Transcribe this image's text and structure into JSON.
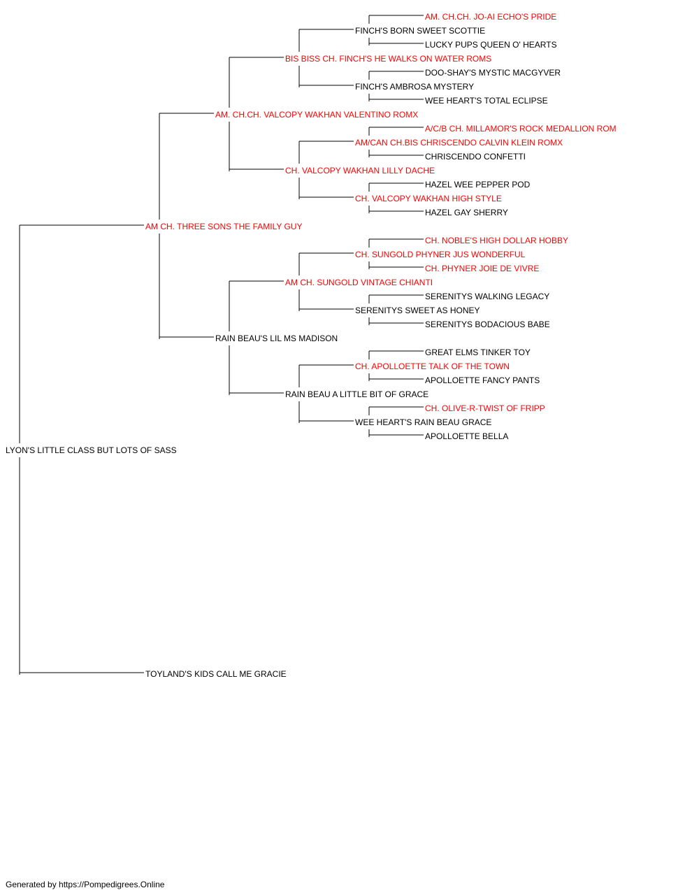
{
  "colors": {
    "champion": "#ff0000",
    "normal": "#000000"
  },
  "pedigree": {
    "subject": "LYON'S LITTLE CLASS BUT LOTS OF SASS",
    "sire": {
      "name": "AM CH. THREE SONS THE FAMILY GUY",
      "champion": true,
      "sire": {
        "name": "AM. CH.CH. VALCOPY WAKHAN VALENTINO ROMX",
        "champion": true,
        "sire": {
          "name": "BIS BISS CH. FINCH'S HE WALKS ON WATER ROMS",
          "champion": true,
          "sire": {
            "name": "FINCH'S BORN SWEET SCOTTIE",
            "champion": false,
            "sire": {
              "name": "AM. CH.CH. JO-AI ECHO'S PRIDE",
              "champion": true
            },
            "dam": {
              "name": "LUCKY PUPS QUEEN O' HEARTS",
              "champion": false
            }
          },
          "dam": {
            "name": "FINCH'S AMBROSA MYSTERY",
            "champion": false,
            "sire": {
              "name": "DOO-SHAY'S MYSTIC MACGYVER",
              "champion": false
            },
            "dam": {
              "name": "WEE HEART'S TOTAL ECLIPSE",
              "champion": false
            }
          }
        },
        "dam": {
          "name": "CH. VALCOPY WAKHAN LILLY DACHE",
          "champion": true,
          "sire": {
            "name": "AM/CAN CH.BIS CHRISCENDO CALVIN KLEIN ROMX",
            "champion": true,
            "sire": {
              "name": "A/C/B CH. MILLAMOR'S ROCK MEDALLION ROM",
              "champion": true
            },
            "dam": {
              "name": "CHRISCENDO CONFETTI",
              "champion": false
            }
          },
          "dam": {
            "name": "CH. VALCOPY WAKHAN HIGH STYLE",
            "champion": true,
            "sire": {
              "name": "HAZEL WEE PEPPER POD",
              "champion": false
            },
            "dam": {
              "name": "HAZEL GAY SHERRY",
              "champion": false
            }
          }
        }
      },
      "dam": {
        "name": "RAIN BEAU'S LIL MS MADISON",
        "champion": false,
        "sire": {
          "name": "AM CH. SUNGOLD VINTAGE CHIANTI",
          "champion": true,
          "sire": {
            "name": "CH. SUNGOLD PHYNER JUS WONDERFUL",
            "champion": true,
            "sire": {
              "name": "CH. NOBLE'S HIGH DOLLAR HOBBY",
              "champion": true
            },
            "dam": {
              "name": "CH. PHYNER JOIE DE VIVRE",
              "champion": true
            }
          },
          "dam": {
            "name": "SERENITYS SWEET AS HONEY",
            "champion": false,
            "sire": {
              "name": "SERENITYS WALKING LEGACY",
              "champion": false
            },
            "dam": {
              "name": "SERENITYS BODACIOUS BABE",
              "champion": false
            }
          }
        },
        "dam": {
          "name": "RAIN BEAU A LITTLE BIT OF GRACE",
          "champion": false,
          "sire": {
            "name": "CH. APOLLOETTE TALK OF THE TOWN",
            "champion": true,
            "sire": {
              "name": "GREAT ELMS TINKER TOY",
              "champion": false
            },
            "dam": {
              "name": "APOLLOETTE FANCY PANTS",
              "champion": false
            }
          },
          "dam": {
            "name": "WEE HEART'S RAIN BEAU GRACE",
            "champion": false,
            "sire": {
              "name": "CH. OLIVE-R-TWIST OF FRIPP",
              "champion": true
            },
            "dam": {
              "name": "APOLLOETTE BELLA",
              "champion": false
            }
          }
        }
      }
    },
    "dam": {
      "name": "TOYLAND'S KIDS CALL ME GRACIE",
      "champion": false
    }
  },
  "footer": {
    "text": "Generated by https://Pompedigrees.Online"
  }
}
